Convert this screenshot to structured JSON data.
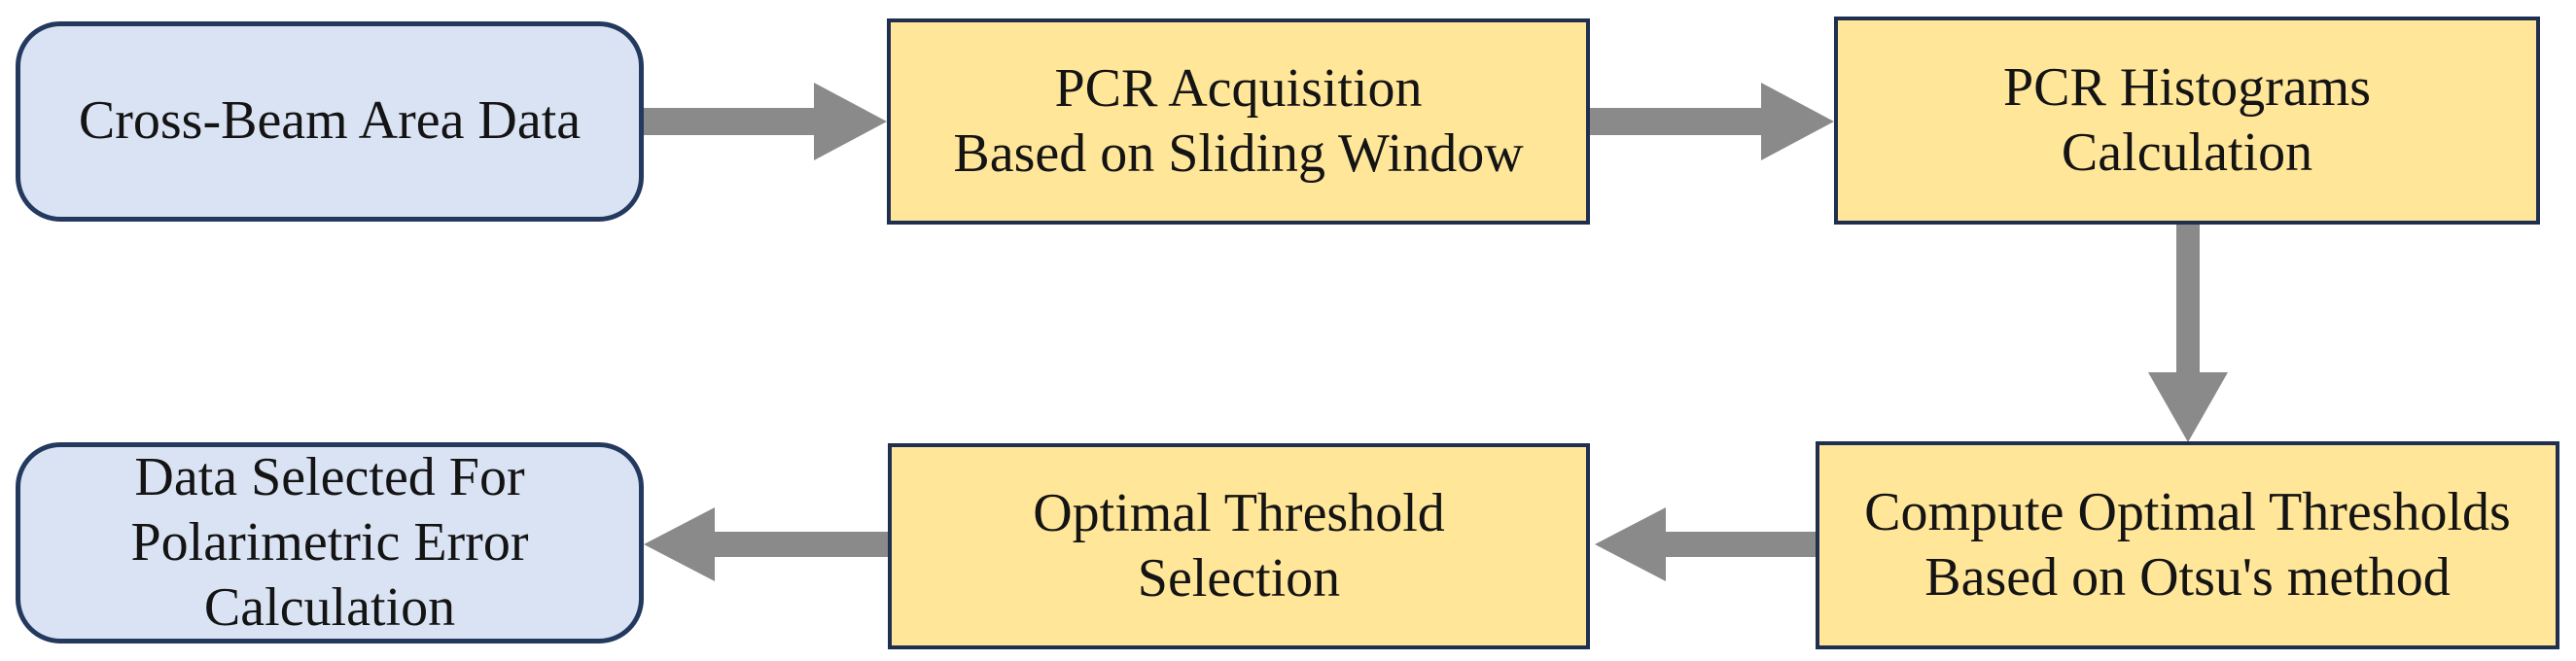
{
  "diagram": {
    "type": "flowchart",
    "nodes": [
      {
        "id": "cross-beam-area-data",
        "shape": "rounded-rectangle",
        "role": "data",
        "fill": "#dae3f3",
        "lines": [
          "Cross-Beam Area Data"
        ]
      },
      {
        "id": "pcr-acquisition",
        "shape": "rectangle",
        "role": "process",
        "fill": "#ffe699",
        "lines": [
          "PCR Acquisition",
          "Based on Sliding Window"
        ]
      },
      {
        "id": "pcr-histograms",
        "shape": "rectangle",
        "role": "process",
        "fill": "#ffe699",
        "lines": [
          "PCR Histograms",
          "Calculation"
        ]
      },
      {
        "id": "compute-thresholds",
        "shape": "rectangle",
        "role": "process",
        "fill": "#ffe699",
        "lines": [
          "Compute Optimal Thresholds",
          "Based on Otsu's method"
        ]
      },
      {
        "id": "threshold-selection",
        "shape": "rectangle",
        "role": "process",
        "fill": "#ffe699",
        "lines": [
          "Optimal Threshold",
          "Selection"
        ]
      },
      {
        "id": "data-selected",
        "shape": "rounded-rectangle",
        "role": "data",
        "fill": "#dae3f3",
        "lines": [
          "Data Selected For",
          "Polarimetric Error",
          "Calculation"
        ]
      }
    ],
    "edges": [
      {
        "from": "cross-beam-area-data",
        "to": "pcr-acquisition",
        "direction": "right"
      },
      {
        "from": "pcr-acquisition",
        "to": "pcr-histograms",
        "direction": "right"
      },
      {
        "from": "pcr-histograms",
        "to": "compute-thresholds",
        "direction": "down"
      },
      {
        "from": "compute-thresholds",
        "to": "threshold-selection",
        "direction": "left"
      },
      {
        "from": "threshold-selection",
        "to": "data-selected",
        "direction": "left"
      }
    ]
  },
  "colors": {
    "background": "#ffffff",
    "process_fill": "#ffe699",
    "process_border": "#1f2f4f",
    "data_fill": "#dae3f3",
    "data_border": "#24395e",
    "arrow": "#8a8a8a",
    "text": "#141414"
  }
}
